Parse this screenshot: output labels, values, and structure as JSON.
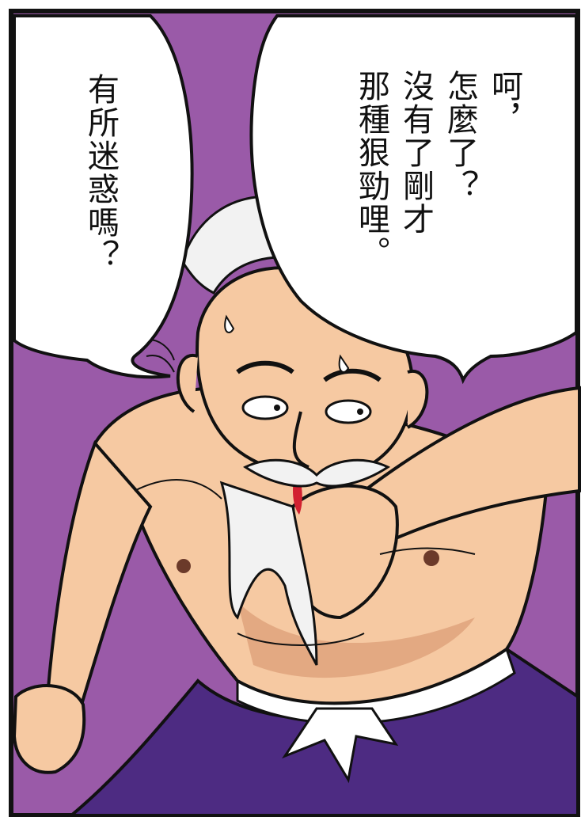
{
  "colors": {
    "background_purple": "#9a5aa8",
    "skin": "#f6c9a2",
    "skin_shadow": "#e3a982",
    "pants": "#4d2b82",
    "hair_white": "#f2f2f2",
    "blood": "#d22030",
    "ink": "#111111"
  },
  "dialogue": {
    "left_bubble": {
      "line1": "有所迷惑嗎？"
    },
    "right_bubble": {
      "line1": "呵，",
      "line2": "怎麼了？",
      "line3": "沒有了剛才",
      "line4": "那種狠勁哩。"
    }
  },
  "icons": {
    "character": "old-martial-artist-icon",
    "speech_bubbles": "speech-bubble-icon"
  }
}
